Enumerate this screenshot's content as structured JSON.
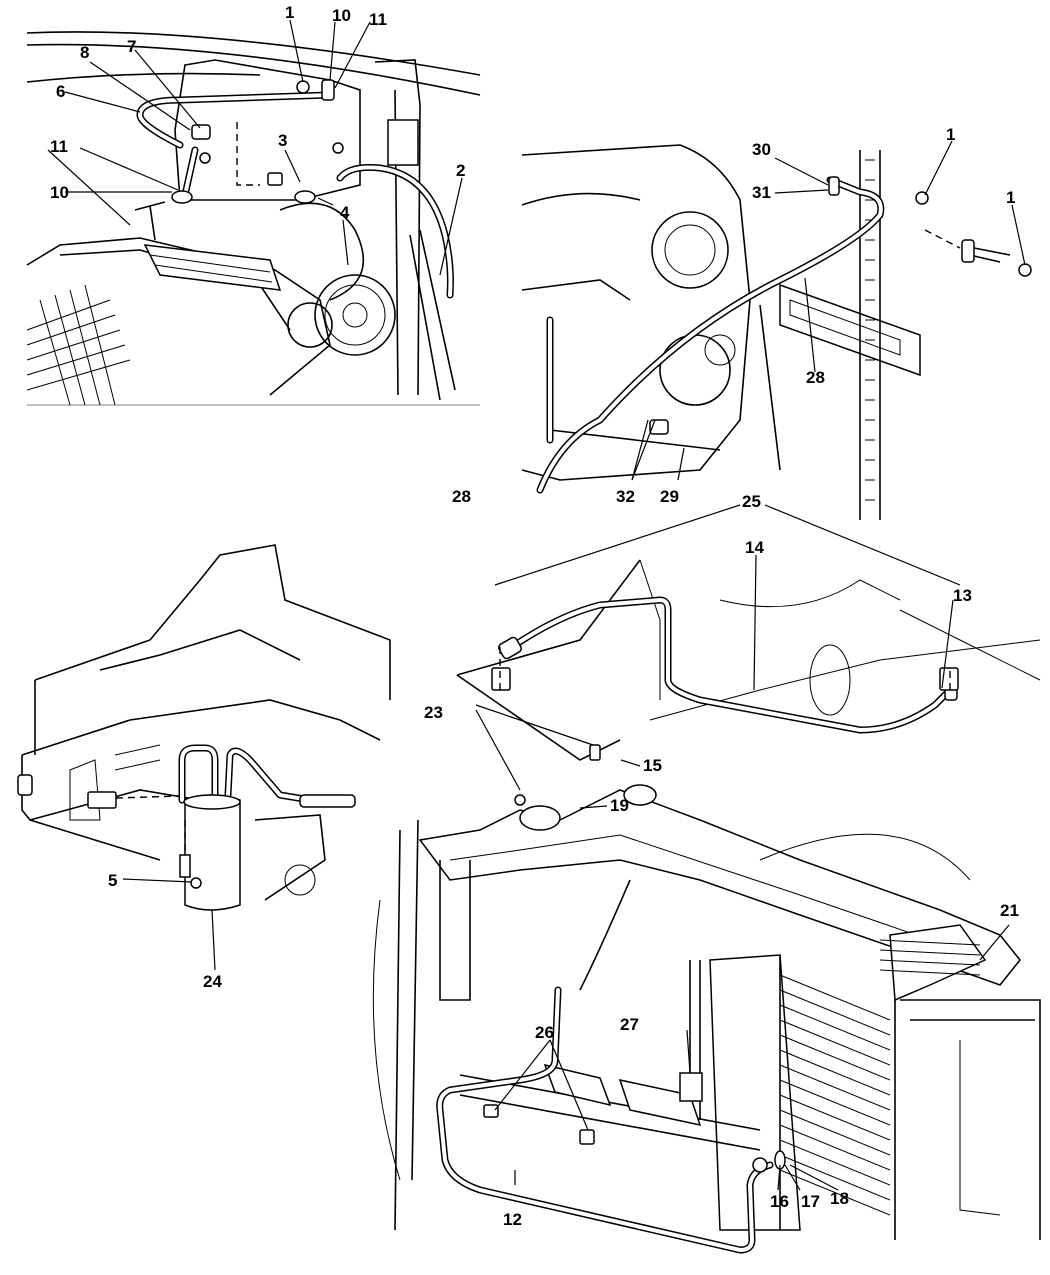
{
  "diagram": {
    "title": "A/C Plumbing - Engine Compartment Exploded View",
    "views": [
      {
        "name": "engine-top-view",
        "callouts": [
          "1",
          "10",
          "11",
          "8",
          "7",
          "6",
          "11",
          "10",
          "3",
          "4",
          "2"
        ]
      },
      {
        "name": "compressor-side-view",
        "callouts": [
          "30",
          "31",
          "1",
          "1",
          "28",
          "28",
          "32",
          "29"
        ]
      },
      {
        "name": "accumulator-view",
        "callouts": [
          "5",
          "24"
        ]
      },
      {
        "name": "front-end-condenser-view",
        "callouts": [
          "25",
          "14",
          "13",
          "23",
          "15",
          "19",
          "21",
          "26",
          "27",
          "12",
          "16",
          "17",
          "18"
        ]
      }
    ],
    "labels": {
      "v1_1": "1",
      "v1_10a": "10",
      "v1_11a": "11",
      "v1_8": "8",
      "v1_7": "7",
      "v1_6": "6",
      "v1_11b": "11",
      "v1_10b": "10",
      "v1_3": "3",
      "v1_4": "4",
      "v1_2": "2",
      "v2_30": "30",
      "v2_31": "31",
      "v2_1a": "1",
      "v2_1b": "1",
      "v2_28a": "28",
      "v2_28b": "28",
      "v2_32": "32",
      "v2_29": "29",
      "v3_5": "5",
      "v3_24": "24",
      "v4_25": "25",
      "v4_14": "14",
      "v4_13": "13",
      "v4_23": "23",
      "v4_15": "15",
      "v4_19": "19",
      "v4_21": "21",
      "v4_26": "26",
      "v4_27": "27",
      "v4_12": "12",
      "v4_16": "16",
      "v4_17": "17",
      "v4_18": "18"
    }
  }
}
